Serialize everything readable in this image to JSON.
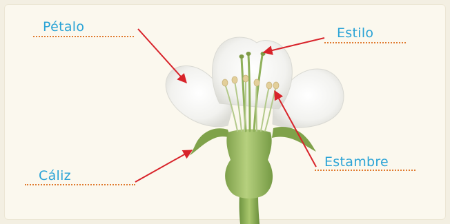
{
  "labels": {
    "petalo": "Pétalo",
    "estilo": "Estilo",
    "caliz": "Cáliz",
    "estambre": "Estambre"
  },
  "colors": {
    "label_text": "#2aa3d6",
    "leader_dots": "#e07a2e",
    "arrow": "#d8232a",
    "petal": "#f4f4f2",
    "stem": "#8fb05a",
    "background": "#fbf8ee"
  }
}
